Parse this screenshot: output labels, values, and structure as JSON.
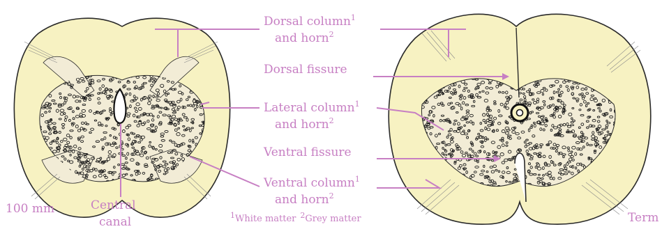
{
  "colors": {
    "white_matter": "#f7f2c2",
    "outline": "#2a2a2a",
    "grey_dots": "#1c1c1c",
    "leader": "#c77fc3",
    "label": "#c77fc3"
  },
  "labels": {
    "dorsal_column": "Dorsal column",
    "dorsal_column_sup": "1",
    "dorsal_horn": "and horn",
    "dorsal_horn_sup": "2",
    "dorsal_fissure": "Dorsal fissure",
    "lateral_column": "Lateral column",
    "lateral_column_sup": "1",
    "lateral_horn": "and horn",
    "lateral_horn_sup": "2",
    "ventral_fissure": "Ventral fissure",
    "ventral_column": "Ventral column",
    "ventral_column_sup": "1",
    "ventral_horn": "and horn",
    "ventral_horn_sup": "2",
    "size_left": "100 mm",
    "central_canal_line1": "Central",
    "central_canal_line2": "canal",
    "legend_white_sup": "1",
    "legend_white": "White matter",
    "legend_grey_sup": "2",
    "legend_grey": "Grey matter",
    "term": "Term"
  }
}
